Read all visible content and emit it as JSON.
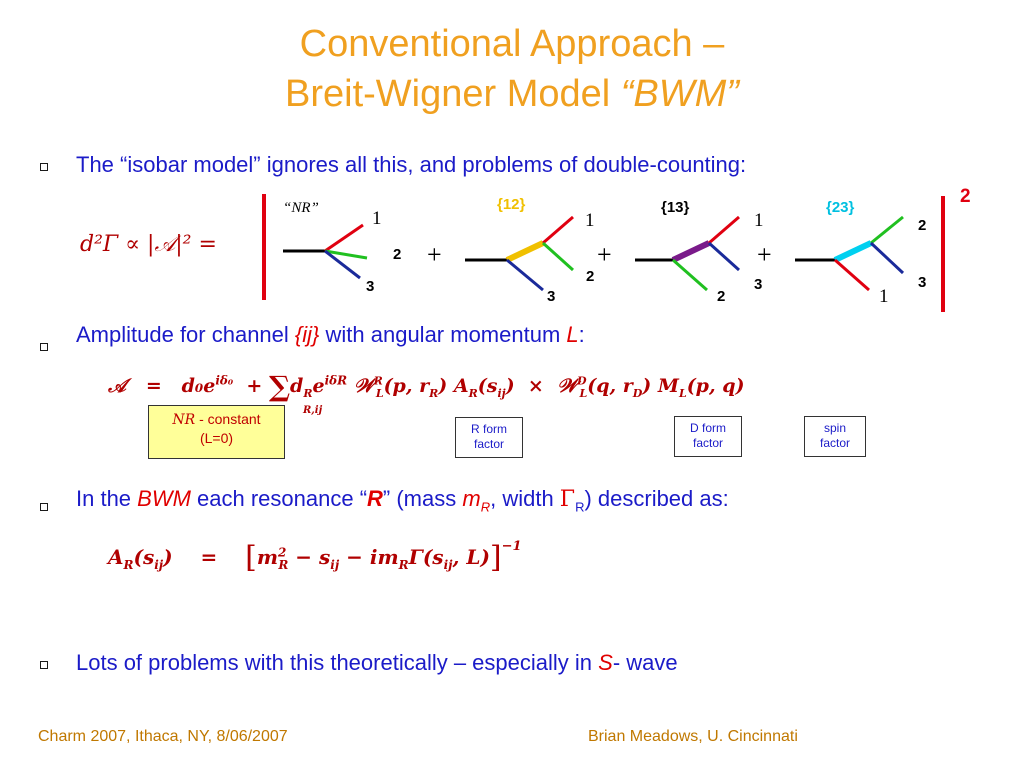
{
  "title": {
    "line1": "Conventional Approach –",
    "line2_plain": "Breit-Wigner Model ",
    "line2_italic": "“BWM”"
  },
  "bullets": [
    {
      "text": "The “isobar model” ignores all this, and problems of double-counting:"
    },
    {
      "pre": "Amplitude for channel ",
      "ij": "{ij}",
      "mid": " with angular momentum ",
      "L": "L",
      "post": ":"
    },
    {
      "pre": "In the ",
      "bwm": "BWM",
      "mid": " each resonance “",
      "R": "R",
      "post1": "” (mass ",
      "m": "m",
      "mR_sub": "R",
      "post2": ", width ",
      "gamma": "Γ",
      "gR_sub": "R",
      "post3": ") described as:"
    },
    {
      "pre": "Lots of problems with this theoretically – especially in ",
      "S": "S",
      "post": "- wave"
    }
  ],
  "equation1": {
    "lhs": "d²Γ ∝ |𝒜|² =",
    "exponent": "2",
    "nr_label": "“NR”",
    "groups": [
      {
        "label": "{12}",
        "color": "#f0c000"
      },
      {
        "label": "{13}",
        "color": "#000000"
      },
      {
        "label": "{23}",
        "color": "#00c0e0"
      }
    ],
    "plus": "+",
    "n1": "1",
    "n2": "2",
    "n3": "3"
  },
  "equation2": {
    "text": "𝒜  =  d₀e^{iδ₀}  +  Σ_{R,ij} d_R e^{iδ_R} 𝒲ᴿ_L(p, r_R) A_R(s_ij)  ×  𝒲ᴰ_L(q, r_D) M_L(p, q)",
    "A": "𝒜",
    "eq": "=",
    "d0": "d₀e",
    "d0_exp": "iδ₀",
    "plus": "+",
    "sum": "∑",
    "sum_sub": "R,ij",
    "dR": "d",
    "dR_sub": "R",
    "e": "e",
    "e_exp": "iδR",
    "WR": "𝒲",
    "WR_sup": "R",
    "WR_sub": "L",
    "WR_args": "(p, r",
    "WR_args_sub": "R",
    "WR_close": ")",
    "AR": "A",
    "AR_sub": "R",
    "AR_args": "(s",
    "AR_args_sub": "ij",
    "AR_close": ")",
    "times": "×",
    "WD": "𝒲",
    "WD_sup": "D",
    "WD_sub": "L",
    "WD_args": "(q, r",
    "WD_args_sub": "D",
    "WD_close": ")",
    "ML": "M",
    "ML_sub": "L",
    "ML_args": "(p, q)"
  },
  "boxes": {
    "nr": {
      "nr_italic": "NR",
      "line1_rest": " - constant",
      "line2": "(L=0)"
    },
    "r_form": {
      "line1": "R form",
      "line2": "factor"
    },
    "d_form": {
      "line1": "D form",
      "line2": "factor"
    },
    "spin": {
      "line1": "spin",
      "line2": "factor"
    }
  },
  "equation3": {
    "A": "A",
    "A_sub": "R",
    "args": "(s",
    "args_sub": "ij",
    "close": ")",
    "eq": "=",
    "lbr": "[",
    "m": "m",
    "m_sup": "2",
    "m_sub": "R",
    "minus1": " − s",
    "s_sub": "ij",
    "minus2": " − im",
    "im_sub": "R",
    "gamma": "Γ(s",
    "g_sub": "ij",
    "gamma_rest": ", L)",
    "rbr": "]",
    "exp": "−1"
  },
  "footer": {
    "left": "Charm 2007, Ithaca, NY, 8/06/2007",
    "right": "Brian Meadows, U. Cincinnati"
  }
}
